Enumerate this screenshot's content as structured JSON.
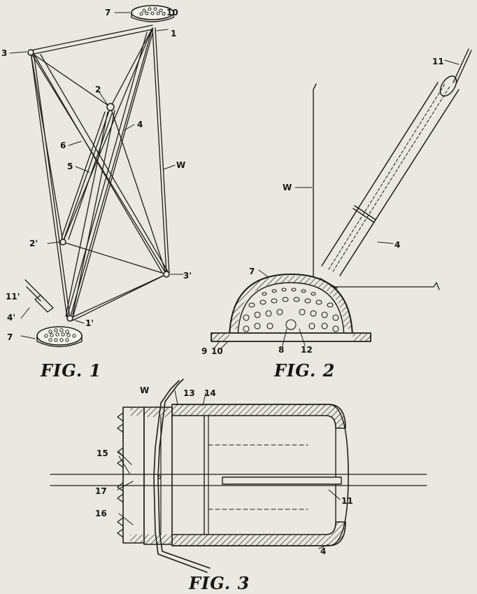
{
  "figures": [
    {
      "title": "FIG. 1",
      "labels": {
        "n7_top": "7",
        "n10": "10",
        "n1": "1",
        "n3": "3",
        "n2": "2",
        "n4": "4",
        "n6": "6",
        "n5": "5",
        "nW": "W",
        "n2p": "2'",
        "n3p": "3'",
        "n11p": "11'",
        "n4p": "4'",
        "n1p": "1'",
        "n7_bot": "7"
      }
    },
    {
      "title": "FIG. 2",
      "labels": {
        "n11": "11",
        "nW": "W",
        "n4": "4",
        "n7": "7",
        "n9": "9",
        "n10": "10",
        "n8": "8",
        "n12": "12"
      }
    },
    {
      "title": "FIG. 3",
      "labels": {
        "nW": "W",
        "n13": "13",
        "n14": "14",
        "n15": "15",
        "n17": "17",
        "n11": "11",
        "n16": "16",
        "n4": "4"
      }
    }
  ],
  "colors": {
    "paper": "#e9e8e2",
    "ink": "#1c1c1c"
  }
}
